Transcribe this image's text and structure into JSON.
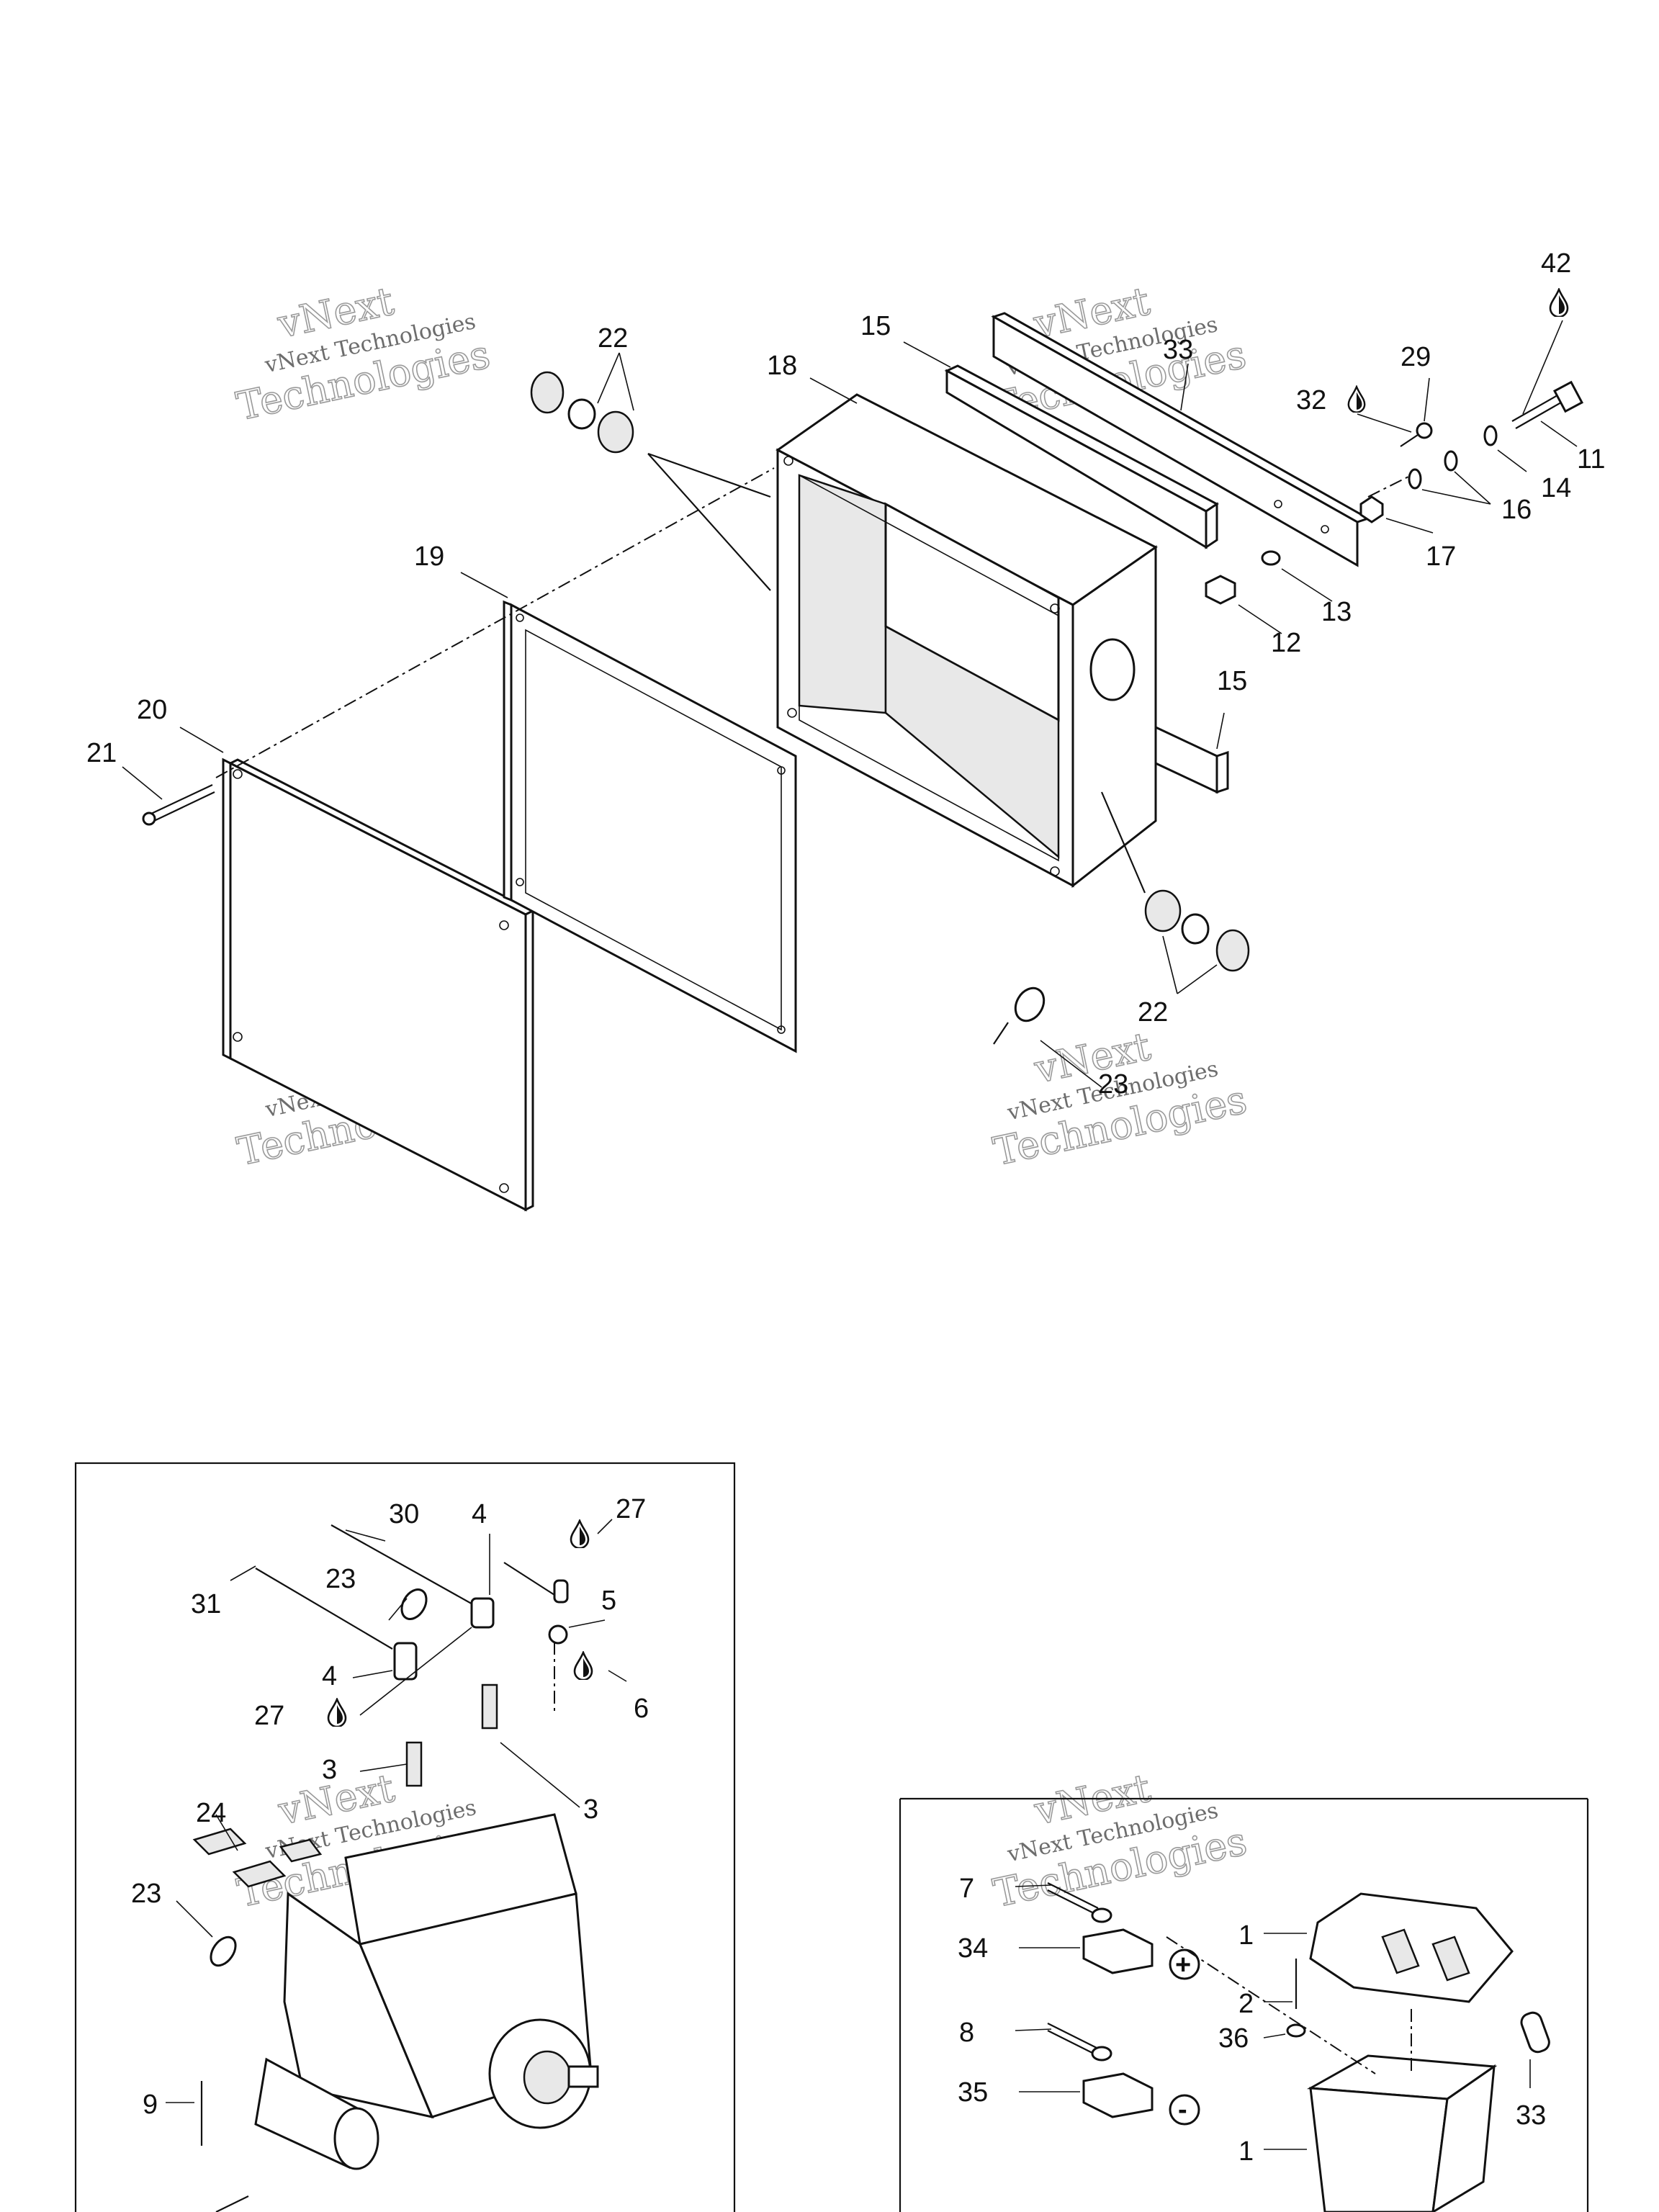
{
  "watermark": {
    "line1": "vNext",
    "line2": "vNext Technologies",
    "line3": "Technologies"
  },
  "icons": {
    "drop": "liquid-drop-icon",
    "plus": "positive-terminal-icon",
    "minus": "negative-terminal-icon"
  },
  "top_diagram": {
    "callouts": {
      "c42": "42",
      "c29": "29",
      "c32": "32",
      "c11": "11",
      "c14": "14",
      "c16": "16",
      "c17": "17",
      "c13": "13",
      "c12": "12",
      "c33": "33",
      "c15a": "15",
      "c15b": "15",
      "c18": "18",
      "c19": "19",
      "c20": "20",
      "c21": "21",
      "c22a": "22",
      "c22b": "22",
      "c23": "23"
    }
  },
  "engine_panel": {
    "callouts": {
      "c30": "30",
      "c4a": "4",
      "c27a": "27",
      "c31": "31",
      "c23a": "23",
      "c5": "5",
      "c4b": "4",
      "c6": "6",
      "c27b": "27",
      "c3a": "3",
      "c3b": "3",
      "c24": "24",
      "c23b": "23",
      "c9": "9"
    }
  },
  "battery_panel": {
    "callouts": {
      "c7": "7",
      "c34": "34",
      "c8": "8",
      "c35": "35",
      "c1a": "1",
      "c2": "2",
      "c36": "36",
      "c33": "33",
      "c1b": "1"
    },
    "plus_symbol": "+",
    "minus_symbol": "-"
  }
}
